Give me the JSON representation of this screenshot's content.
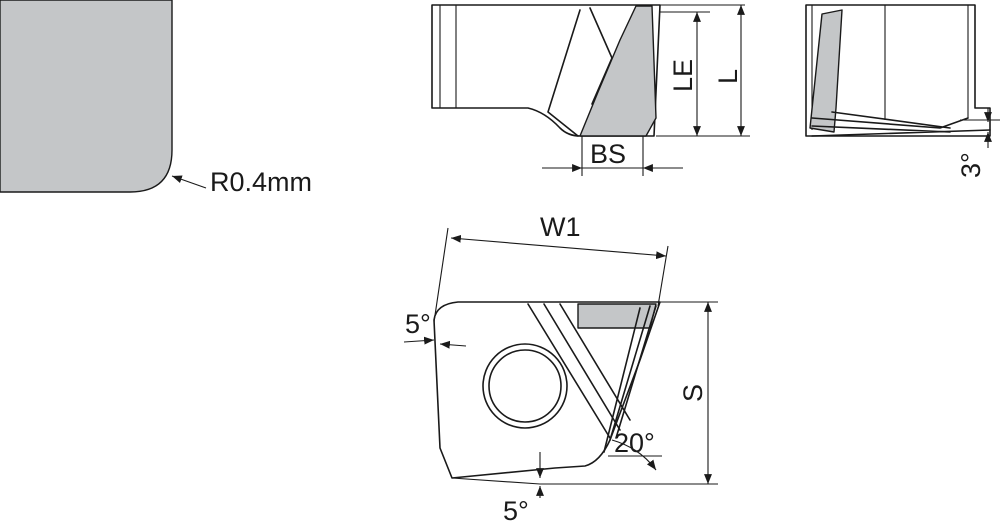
{
  "labels": {
    "radius": "R0.4mm",
    "le": "LE",
    "l": "L",
    "bs": "BS",
    "angle_side": "3°",
    "w1": "W1",
    "angle_left": "5°",
    "s": "S",
    "angle_tip": "20°",
    "angle_bottom": "5°"
  }
}
